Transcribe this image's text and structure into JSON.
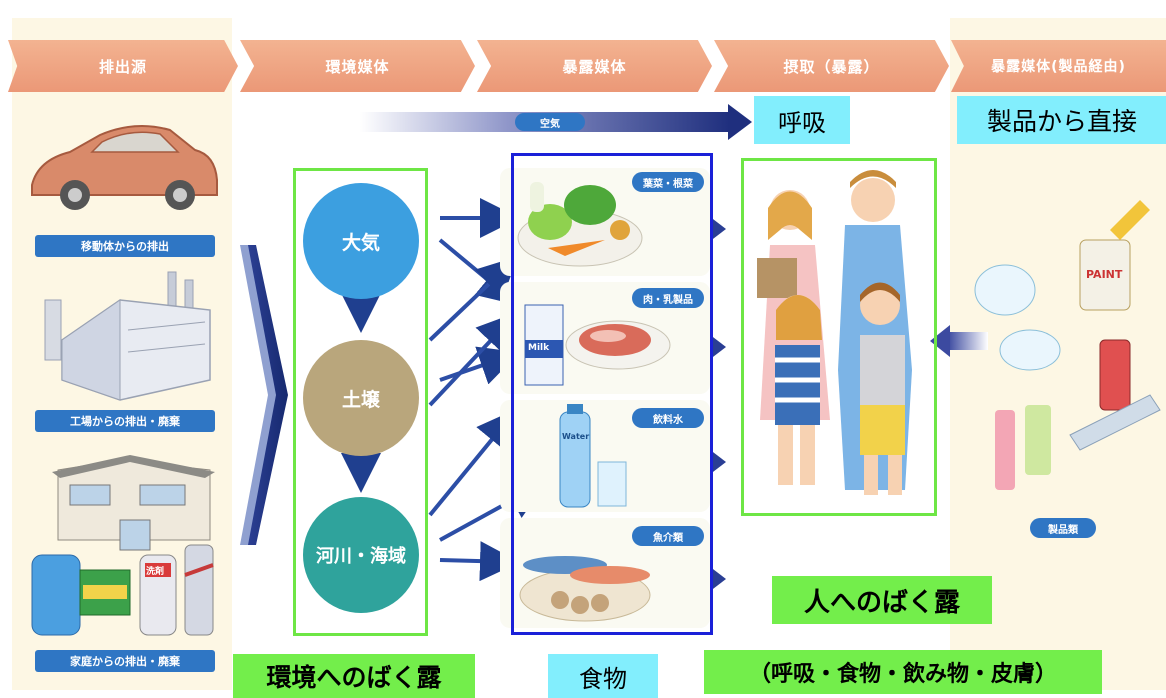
{
  "headers": [
    "排出源",
    "環境媒体",
    "暴露媒体",
    "摂取（暴露）",
    "暴露媒体(製品経由)"
  ],
  "sources": {
    "vehicle_label": "移動体からの排出",
    "factory_label": "工場からの排出・廃棄",
    "home_label": "家庭からの排出・廃棄"
  },
  "air": {
    "label": "空気"
  },
  "environment": {
    "air": "大気",
    "soil": "土壌",
    "water": "河川・海域"
  },
  "foods": {
    "vegetables": "葉菜・根菜",
    "meat_dairy": "肉・乳製品",
    "water": "飲料水",
    "seafood": "魚介類"
  },
  "product_labels": {
    "milk": "Milk",
    "water": "Water",
    "paint": "PAINT",
    "detergent": "洗剤"
  },
  "products": {
    "label": "製品類"
  },
  "annotations": {
    "breathing": "呼吸",
    "direct_from_products": "製品から直接",
    "env_exposure": "環境へのばく露",
    "food": "食物",
    "human_exposure": "人へのばく露",
    "human_exposure_routes": "（呼吸・食物・飲み物・皮膚）"
  },
  "colors": {
    "header": "#eb9877",
    "column_bg": "#fdf6e3",
    "air_circle": "#3c9fe0",
    "soil_circle": "#b9a67c",
    "water_circle": "#2fa39c",
    "pill": "#2f76c4",
    "arrow": "#1f3f8f",
    "green_label_bg": "#73ee4b",
    "cyan_label_bg": "#82eefd",
    "highlight_frame": "#6ee645",
    "food_frame": "#1a20d8"
  }
}
